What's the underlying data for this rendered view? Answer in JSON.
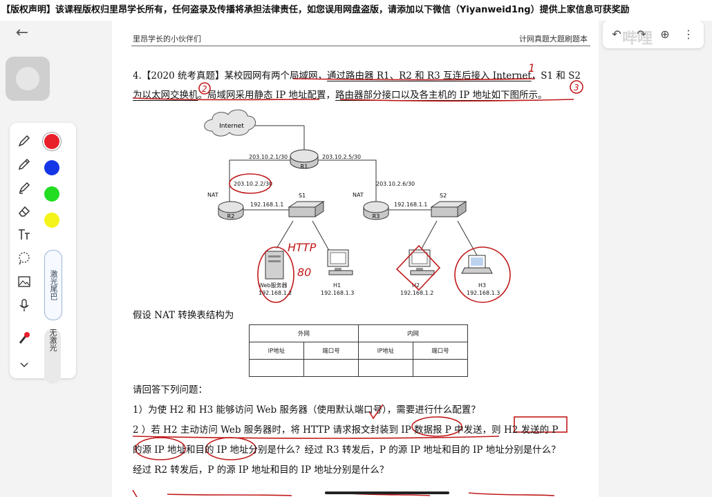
{
  "banner": {
    "text": "【版权声明】该课程版权归里昂学长所有，任何盗录及传播将承担法律责任，如您误用网盘盗版，请添加以下微信（Yiyanweid1ng）提供上家信息可获奖励"
  },
  "sidebar": {
    "back_icon": "back-arrow-icon",
    "tools": [
      "pen-icon",
      "pencil-icon",
      "highlighter-icon",
      "eraser-icon",
      "text-tool-icon",
      "lasso-icon",
      "image-icon",
      "microphone-icon",
      "laser-pointer-icon",
      "chevron-down-icon"
    ],
    "colors": [
      "#e8202a",
      "#1536e6",
      "#22dd22",
      "#f4f41a"
    ],
    "laser_trail_label": "激光尾巴",
    "no_laser_label": "无激光"
  },
  "page": {
    "header_left": "里昂学长的小伙伴们",
    "header_right": "计网真题大题刷题本",
    "question_line1_prefix": "4.【2020 统考真题】某校园网有两个局域网，",
    "question_line1_underlined": "通过路由器 R1、R2 和 R3 互连后接入 Internet",
    "question_line1_suffix": "，S1 和 S2",
    "question_line2_underlined1": "为以太网交换机",
    "question_line2_mid": "。局域网采用静态 IP 地址配置，",
    "question_line2_underlined2": "路由器部分接口以及各主机的 IP 地址如下图所示",
    "question_line2_end": "。",
    "nat_intro": "假设  NAT  转换表结构为",
    "answer_intro": "请回答下列问题：",
    "q1": "1）为使  H2  和  H3  能够访问 Web 服务器（使用默认端口号），需要进行什么配置？",
    "q2_line1": "2 ）若 H2 主动访问 Web 服务器时，将 HTTP 请求报文封装到 IP 数据报 P 中发送，则 H2 发送的 P",
    "q2_line2": "的源 IP 地址和目的 IP 地址分别是什么？经过 R3 转发后，P 的源 IP 地址和目的 IP 地址分别是什么？",
    "q2_line3": "经过 R2 转发后，P 的源 IP 地址和目的 IP 地址分别是什么？"
  },
  "network": {
    "internet": "Internet",
    "r1": "R1",
    "r2": "R2",
    "r3": "R3",
    "s1": "S1",
    "s2": "S2",
    "nat_left": "NAT",
    "nat_right": "NAT",
    "ip_r1_left": "203.10.2.1/30",
    "ip_r1_right": "203.10.2.5/30",
    "ip_r2_wan": "203.10.2.2/30",
    "ip_r3_wan": "203.10.2.6/30",
    "ip_r2_lan": "192.168.1.1",
    "ip_r3_lan": "192.168.1.1",
    "web_label": "Web服务器",
    "web_ip": "192.168.1.2",
    "h1": "H1",
    "h1_ip": "192.168.1.3",
    "h2": "H2",
    "h2_ip": "192.168.1.2",
    "h3": "H3",
    "h3_ip": "192.168.1.3"
  },
  "nat_table": {
    "outer": "外网",
    "inner": "内网",
    "cols": [
      "IP地址",
      "端口号",
      "IP地址",
      "端口号"
    ]
  },
  "annotations": {
    "n1": "1",
    "n2": "2",
    "n3": "3",
    "http": "HTTP",
    "port": "80"
  },
  "right_toolbar": [
    "undo-icon",
    "redo-icon",
    "add-page-icon",
    "more-icon"
  ],
  "watermark": "哔哩"
}
